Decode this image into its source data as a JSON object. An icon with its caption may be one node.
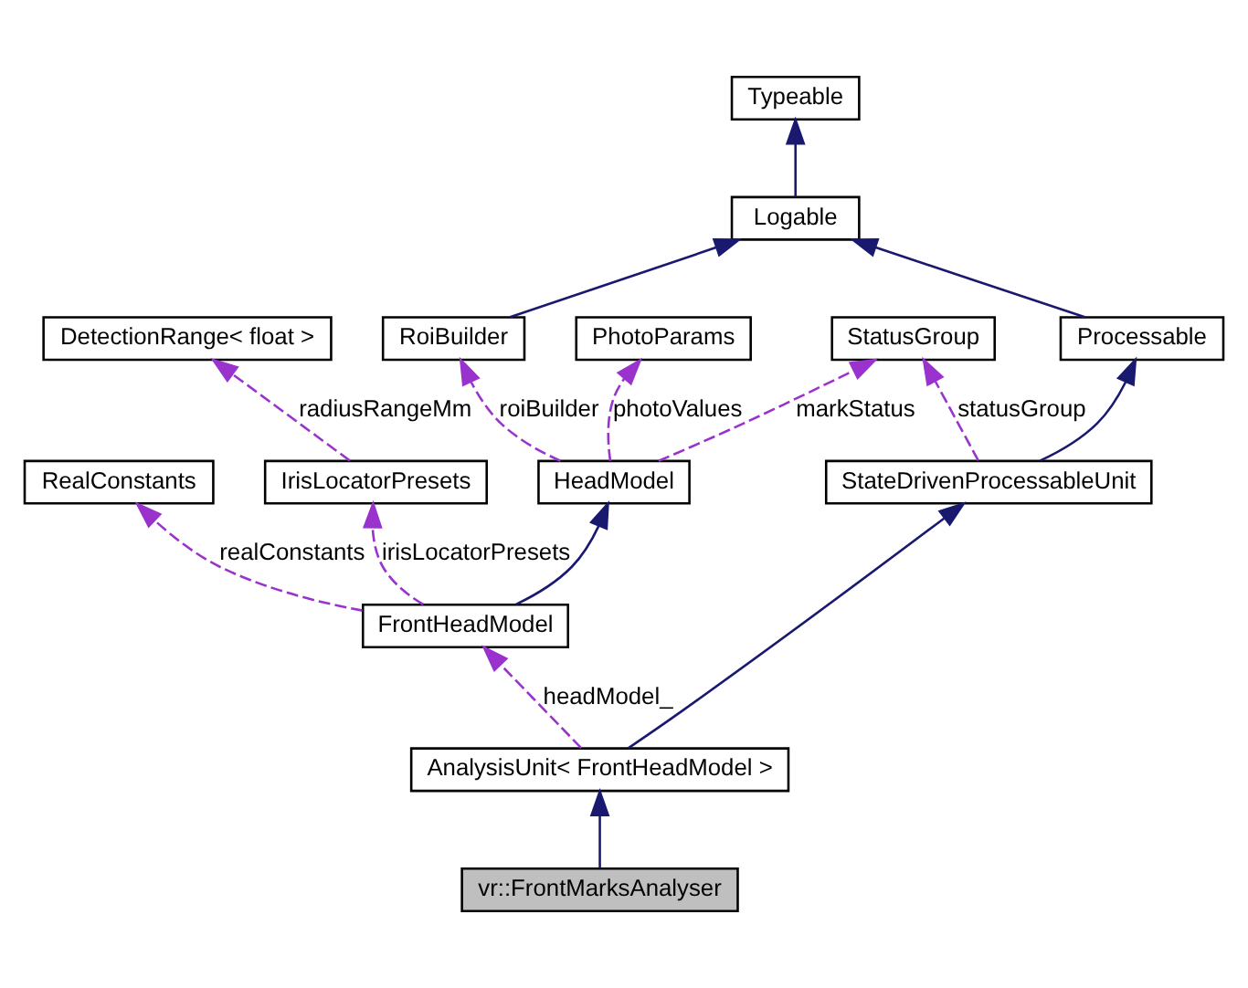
{
  "diagram": {
    "nodes": [
      {
        "text": [
          "Typeable"
        ]
      },
      {
        "text": [
          "Logable"
        ]
      },
      {
        "text": [
          "DetectionRange< float >"
        ]
      },
      {
        "text": [
          "RoiBuilder"
        ]
      },
      {
        "text": [
          "PhotoParams"
        ]
      },
      {
        "text": [
          "StatusGroup"
        ]
      },
      {
        "text": [
          "Processable"
        ]
      },
      {
        "text": [
          "RealConstants"
        ]
      },
      {
        "text": [
          "IrisLocatorPresets"
        ]
      },
      {
        "text": [
          "HeadModel"
        ]
      },
      {
        "text": [
          "StateDrivenProcessableUnit"
        ]
      },
      {
        "text": [
          "FrontHeadModel"
        ]
      },
      {
        "text": [
          "AnalysisUnit< FrontHeadModel >"
        ]
      },
      {
        "text": [
          "vr::FrontMarksAnalyser"
        ]
      }
    ],
    "edges": [
      {
        "from": 1,
        "to": 0,
        "arrow": "to",
        "color": "#191970"
      },
      {
        "from": 3,
        "to": 1,
        "arrow": "to",
        "color": "#191970"
      },
      {
        "from": 6,
        "to": 1,
        "arrow": "to",
        "color": "#191970"
      },
      {
        "from": 8,
        "to": 2,
        "arrow": "to",
        "style": "dashed",
        "label": "radiusRangeMm"
      },
      {
        "from": 9,
        "to": 3,
        "arrow": "to",
        "style": "dashed",
        "label": "roiBuilder"
      },
      {
        "from": 9,
        "to": 4,
        "arrow": "to",
        "style": "dashed",
        "label": "photoValues"
      },
      {
        "from": 9,
        "to": 5,
        "arrow": "to",
        "style": "dashed",
        "label": "markStatus"
      },
      {
        "from": 10,
        "to": 5,
        "arrow": "to",
        "style": "dashed",
        "label": "statusGroup"
      },
      {
        "from": 10,
        "to": 6,
        "arrow": "to",
        "color": "#191970"
      },
      {
        "from": 11,
        "to": 7,
        "arrow": "to",
        "style": "dashed",
        "label": "realConstants"
      },
      {
        "from": 11,
        "to": 8,
        "arrow": "to",
        "style": "dashed",
        "label": "irisLocatorPresets"
      },
      {
        "from": 11,
        "to": 9,
        "arrow": "to",
        "color": "#191970"
      },
      {
        "from": 12,
        "to": 11,
        "arrow": "to",
        "style": "dashed",
        "label": "headModel_"
      },
      {
        "from": 12,
        "to": 10,
        "arrow": "to",
        "color": "#191970"
      },
      {
        "from": 13,
        "to": 12,
        "arrow": "to",
        "color": "#191970"
      }
    ]
  }
}
